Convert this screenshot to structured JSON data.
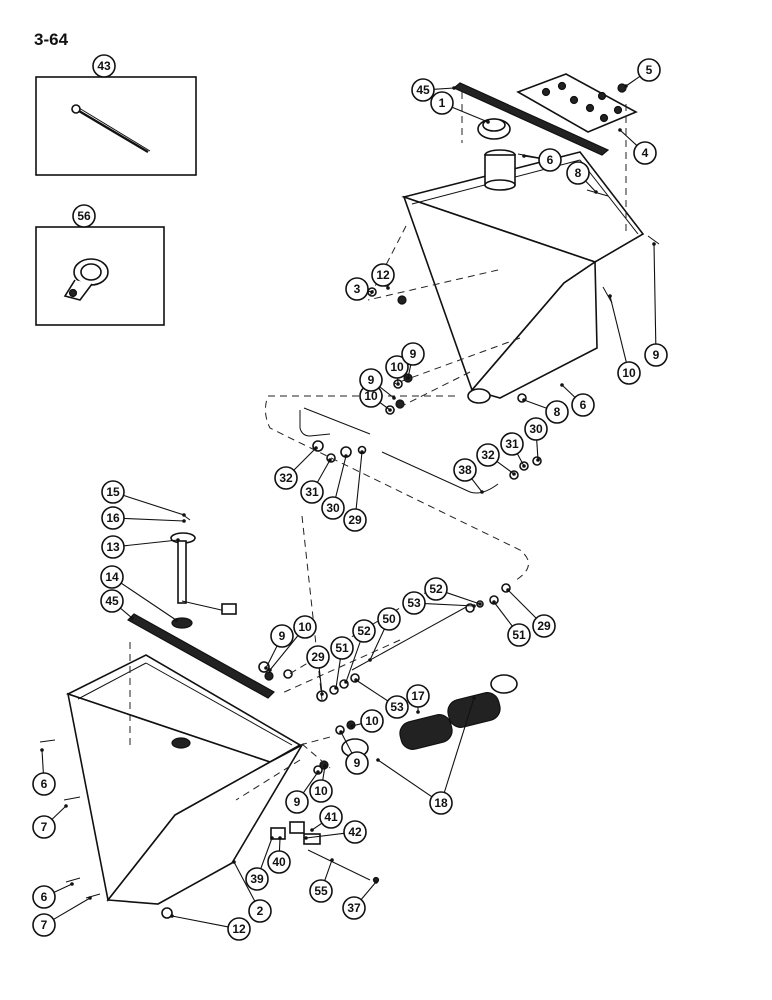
{
  "page": {
    "number": "3-64"
  },
  "callouts": [
    "43",
    "56",
    "45",
    "1",
    "5",
    "4",
    "6",
    "8",
    "9",
    "10",
    "6",
    "8",
    "3",
    "12",
    "10",
    "9",
    "10",
    "9",
    "32",
    "31",
    "30",
    "29",
    "38",
    "32",
    "31",
    "30",
    "15",
    "16",
    "13",
    "14",
    "45",
    "10",
    "9",
    "29",
    "51",
    "52",
    "50",
    "53",
    "52",
    "51",
    "29",
    "53",
    "17",
    "10",
    "9",
    "18",
    "9",
    "10",
    "41",
    "42",
    "40",
    "39",
    "55",
    "37",
    "6",
    "7",
    "6",
    "7",
    "2",
    "12"
  ]
}
